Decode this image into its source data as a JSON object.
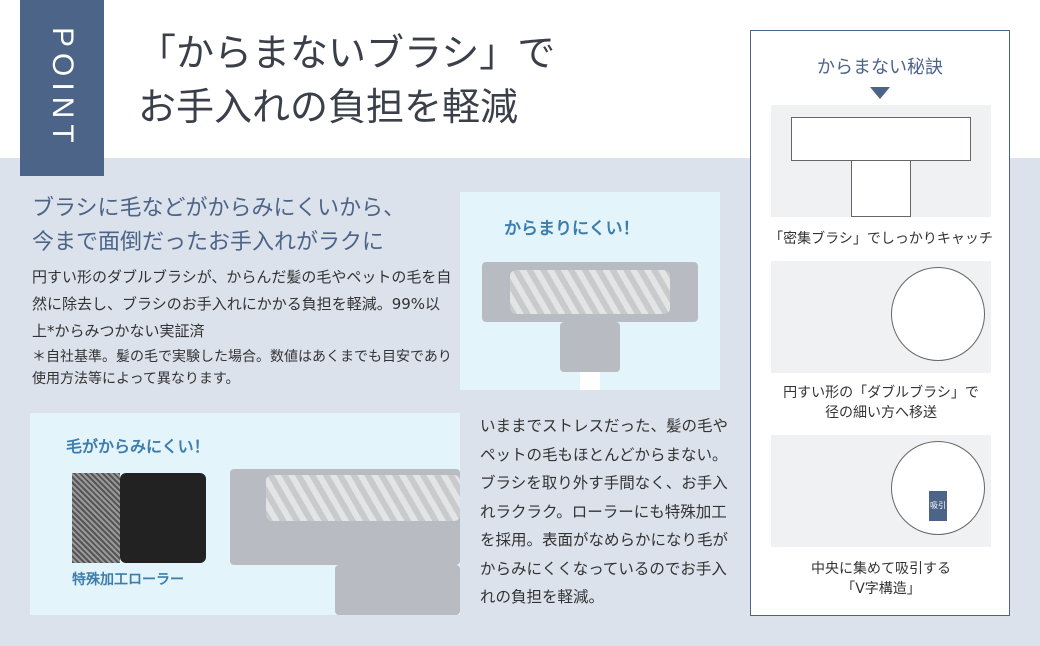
{
  "point_label": "POINT",
  "title": [
    "「からまないブラシ」で",
    "お手入れの負担を軽減"
  ],
  "subtitle": [
    "ブラシに毛などがからみにくいから、",
    "今まで面倒だったお手入れがラクに"
  ],
  "body1": "円すい形のダブルブラシが、からんだ髪の毛やペットの毛を自然に除去し、ブラシのお手入れにかかる負担を軽減。99%以上*からみつかない実証済",
  "note": "＊自社基準。髪の毛で実験した場合。数値はあくまでも目安であり使用方法等によって異なります。",
  "badge1": "からまりにくい！",
  "badge2": "毛がからみにくい！",
  "roller_label": "特殊加工ローラー",
  "body2": "いままでストレスだった、髪の毛やペットの毛もほとんどからまない。ブラシを取り外す手間なく、お手入れラクラク。ローラーにも特殊加工を採用。表面がなめらかになり毛がからみにくくなっているのでお手入れの負担を軽減。",
  "panel": {
    "heading": "からまない秘訣",
    "captions": [
      "「密集ブラシ」でしっかりキャッチ",
      "円すい形の「ダブルブラシ」で\n径の細い方へ移送",
      "中央に集めて吸引する\n「V字構造」"
    ],
    "suction_label": "吸引"
  },
  "colors": {
    "navy": "#4c6488",
    "bg": "#dbe2ec",
    "cyan_box": "#e4f4fb",
    "accent": "#3c7dad"
  }
}
